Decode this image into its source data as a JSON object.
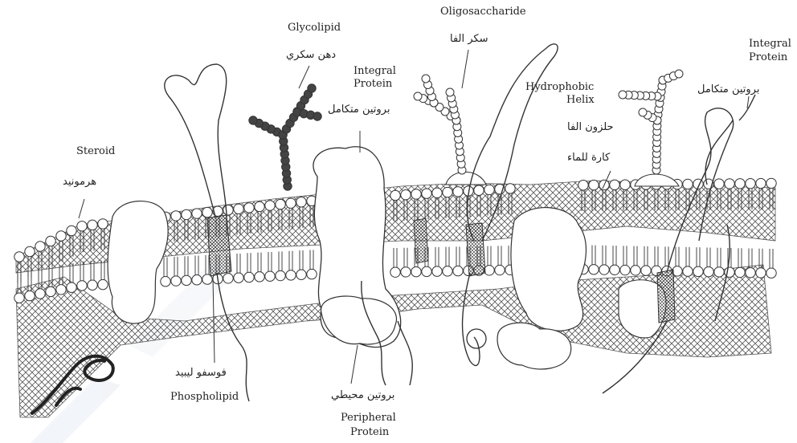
{
  "labels": {
    "glycolipid_en": "Glycolipid",
    "glycolipid_ar": "دهن سكري",
    "glycoprotein_en": "Oligosaccharide",
    "glycoprotein_ar": "سكر الفا",
    "integral1_en_line1": "Integral",
    "integral1_en_line2": "Protein",
    "integral1_ar": "بروتين متكامل",
    "integral2_en_line1": "Integral",
    "integral2_en_line2": "Protein",
    "integral2_ar": "بروتين متكامل",
    "helix_en_line1": "Hydrophobic",
    "helix_en_line2": "Helix",
    "helix_ar_line1": "حلزون الفا",
    "helix_ar_line2": "كارة للماء",
    "steroid_en": "Steroid",
    "steroid_ar": "هرمونيد",
    "phospholipid_ar": "فوسفو ليبيد",
    "phospholipid_en": "Phospholipid",
    "peripheral_ar": "بروتين محيطي",
    "peripheral_en_line1": "Peripheral",
    "peripheral_en_line2": "Protein"
  },
  "colors": {
    "stroke": "#333333",
    "head_fill": "#ffffff",
    "grid": "#555555",
    "bead_dark": "#444444",
    "bead_light": "#ffffff"
  }
}
